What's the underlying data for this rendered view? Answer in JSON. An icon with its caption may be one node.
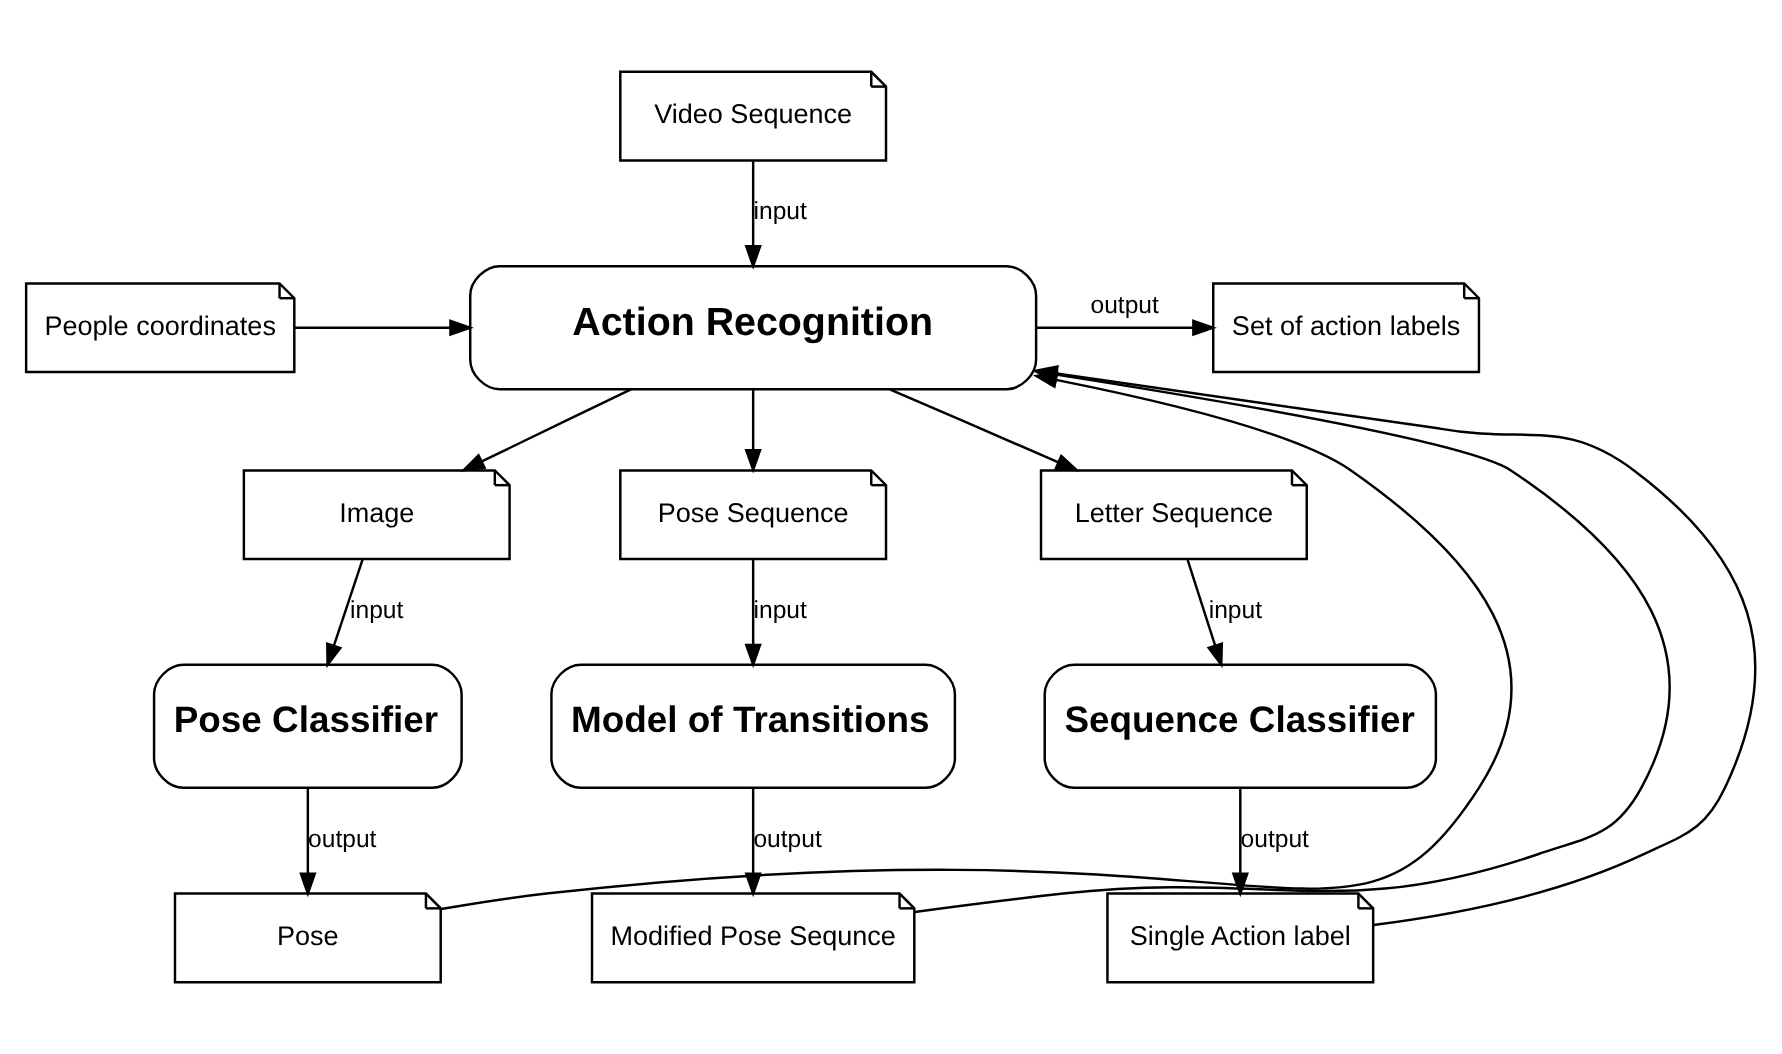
{
  "diagram": {
    "nodes": [
      {
        "text": [
          "Video Sequence"
        ]
      },
      {
        "text": [
          "People coordinates"
        ]
      },
      {
        "text": [
          "Action Recognition"
        ]
      },
      {
        "text": [
          "Set of action labels"
        ]
      },
      {
        "text": [
          "Image"
        ]
      },
      {
        "text": [
          "Pose Classifier"
        ]
      },
      {
        "text": [
          "Pose"
        ]
      },
      {
        "text": [
          "Pose Sequence"
        ]
      },
      {
        "text": [
          "Model of Transitions"
        ]
      },
      {
        "text": [
          "Modified Pose Sequnce"
        ]
      },
      {
        "text": [
          "Letter Sequence"
        ]
      },
      {
        "text": [
          "Sequence Classifier"
        ]
      },
      {
        "text": [
          "Single Action label"
        ]
      }
    ],
    "edges": [
      {
        "from": 0,
        "to": 2,
        "arrow": "to",
        "label": "input"
      },
      {
        "from": 1,
        "to": 2,
        "arrow": "to"
      },
      {
        "from": 2,
        "to": 3,
        "arrow": "to",
        "label": "output"
      },
      {
        "from": 2,
        "to": 4,
        "arrow": "to"
      },
      {
        "from": 4,
        "to": 5,
        "arrow": "to",
        "label": "input"
      },
      {
        "from": 5,
        "to": 6,
        "arrow": "to",
        "label": "output"
      },
      {
        "from": 6,
        "to": 2,
        "arrow": "to"
      },
      {
        "from": 2,
        "to": 7,
        "arrow": "to"
      },
      {
        "from": 7,
        "to": 8,
        "arrow": "to",
        "label": "input"
      },
      {
        "from": 8,
        "to": 9,
        "arrow": "to",
        "label": "output"
      },
      {
        "from": 9,
        "to": 2,
        "arrow": "to"
      },
      {
        "from": 2,
        "to": 10,
        "arrow": "to"
      },
      {
        "from": 10,
        "to": 11,
        "arrow": "to",
        "label": "input"
      },
      {
        "from": 11,
        "to": 12,
        "arrow": "to",
        "label": "output"
      },
      {
        "from": 12,
        "to": 2,
        "arrow": "to"
      }
    ]
  }
}
